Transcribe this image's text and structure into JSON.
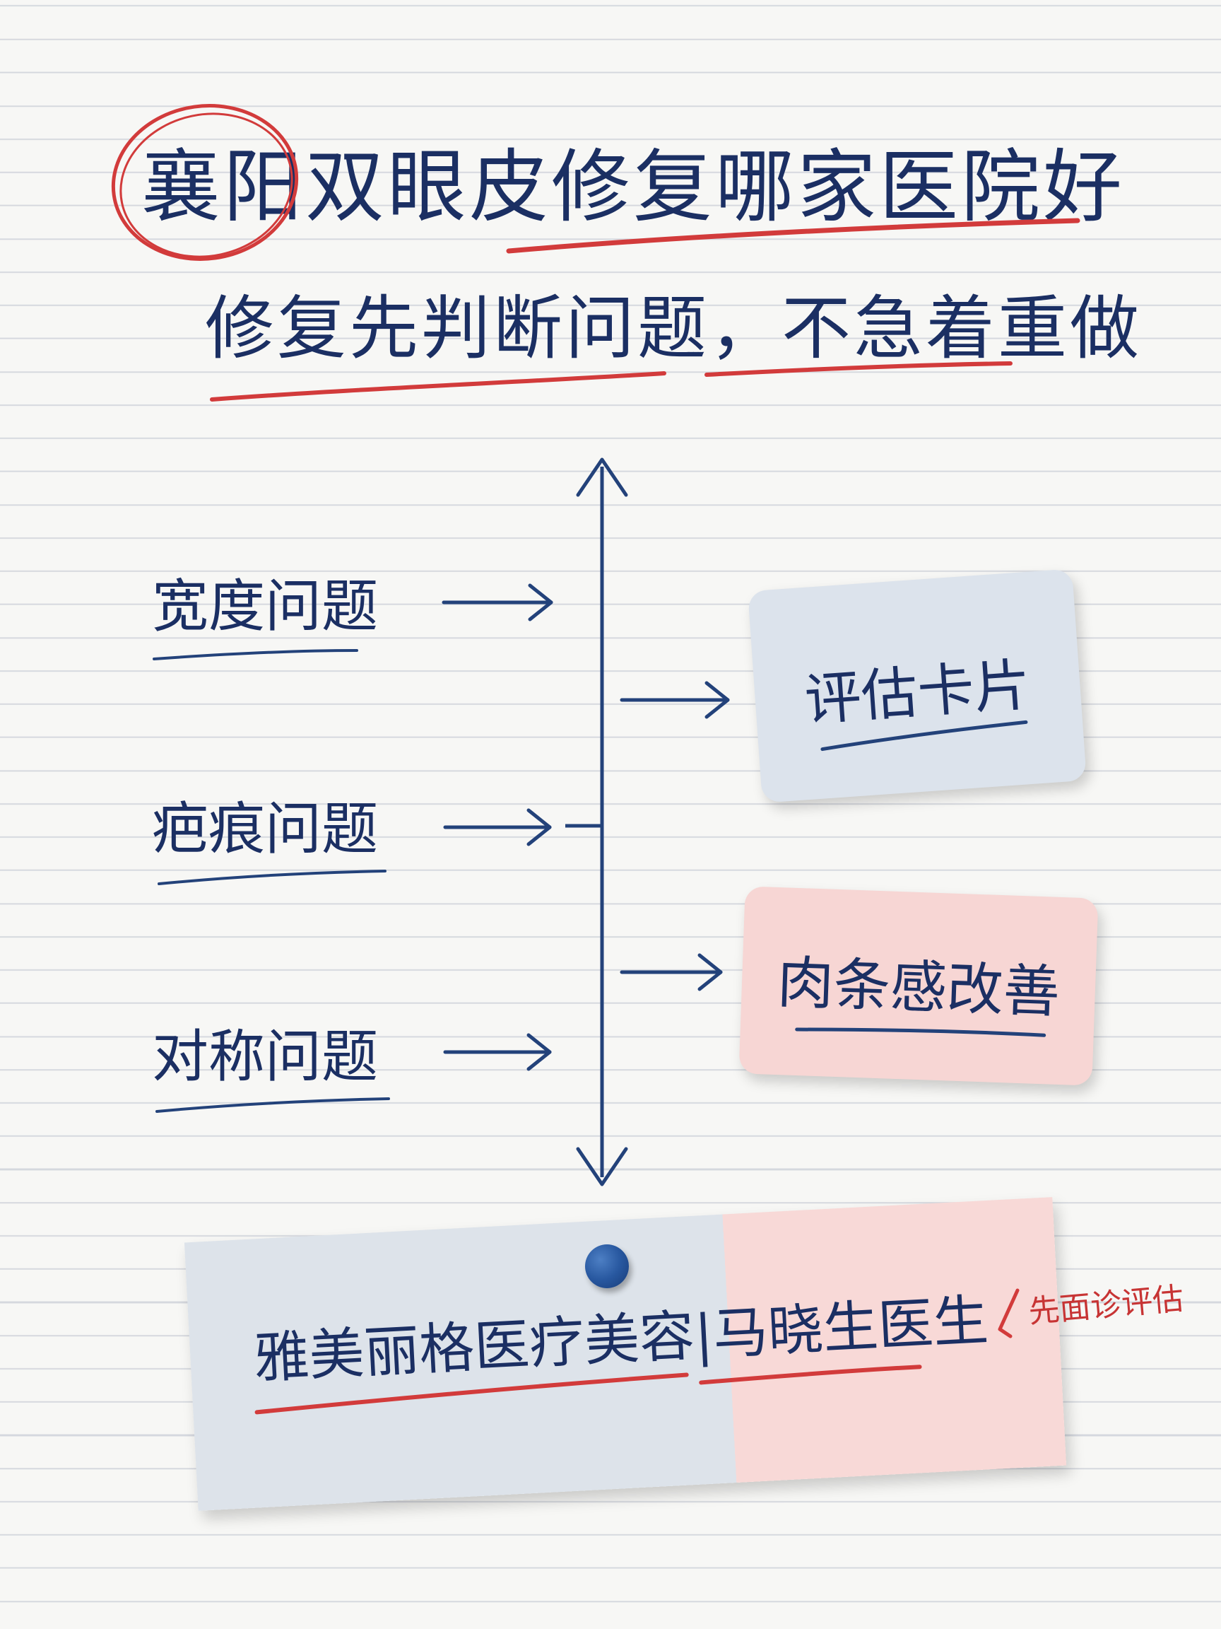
{
  "title": {
    "highlight": "襄阳",
    "rest": "双眼皮修复哪家医院好"
  },
  "subtitle": {
    "part1": "修复先判断问题，",
    "part2": "不急着重做"
  },
  "problems": [
    "宽度问题",
    "疤痕问题",
    "对称问题"
  ],
  "cards": {
    "assessment": "评估卡片",
    "improvement": "肉条感改善"
  },
  "note": {
    "clinic": "雅美丽格医疗美容",
    "separator": "|",
    "doctor": "马晓生医生"
  },
  "side_note": "先面诊评估",
  "colors": {
    "ink": "#1b2f63",
    "red": "#d23b3b",
    "blue_card": "#dce3ec",
    "pink_card": "#f7d6d4"
  }
}
